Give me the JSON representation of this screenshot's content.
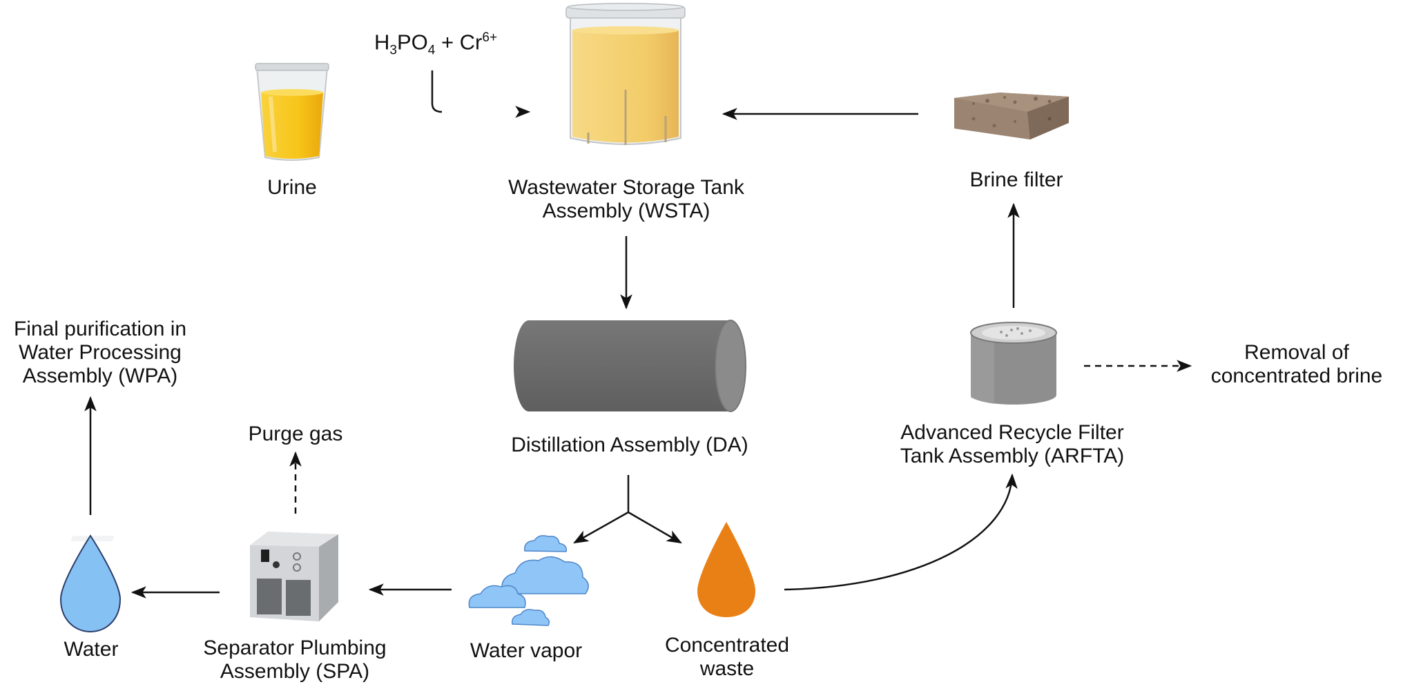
{
  "formula": {
    "h": "H",
    "h_sub": "3",
    "po": "PO",
    "po_sub": "4",
    "plus": " + Cr",
    "cr_sup": "6+"
  },
  "labels": {
    "urine": "Urine",
    "wsta_line1": "Wastewater Storage Tank",
    "wsta_line2": "Assembly (WSTA)",
    "brine_filter": "Brine filter",
    "da": "Distillation Assembly (DA)",
    "arfta_line1": "Advanced Recycle Filter",
    "arfta_line2": "Tank Assembly (ARFTA)",
    "removal_line1": "Removal of",
    "removal_line2": "concentrated brine",
    "wpa_line1": "Final purification in",
    "wpa_line2": "Water Processing",
    "wpa_line3": "Assembly (WPA)",
    "purge_gas": "Purge gas",
    "water": "Water",
    "spa_line1": "Separator Plumbing",
    "spa_line2": "Assembly (SPA)",
    "water_vapor": "Water vapor",
    "waste_line1": "Concentrated",
    "waste_line2": "waste"
  },
  "colors": {
    "urine": "#f6c619",
    "wsta_liquid": "#f2cd6a",
    "distillation": "#6e6e6e",
    "arfta": "#8e8e8e",
    "water_drop": "#86c1f4",
    "cloud": "#8fc6f7",
    "waste_drop": "#e98016",
    "brine_filter": "#a8927e",
    "arrow": "#111111"
  }
}
